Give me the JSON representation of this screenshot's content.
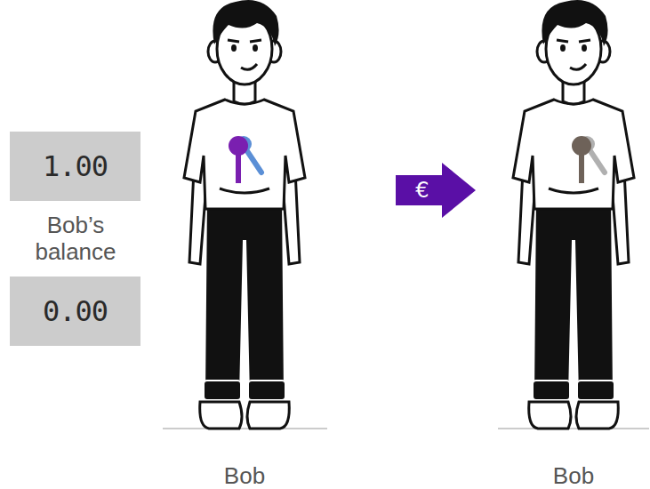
{
  "diagram": {
    "nodes": [
      {
        "text": [
          "1.00"
        ]
      },
      {
        "text": [
          "0.00"
        ]
      },
      {
        "text": [
          "€"
        ]
      }
    ],
    "labels": [
      "Bob’s balance",
      "Bob",
      "Bob"
    ]
  }
}
